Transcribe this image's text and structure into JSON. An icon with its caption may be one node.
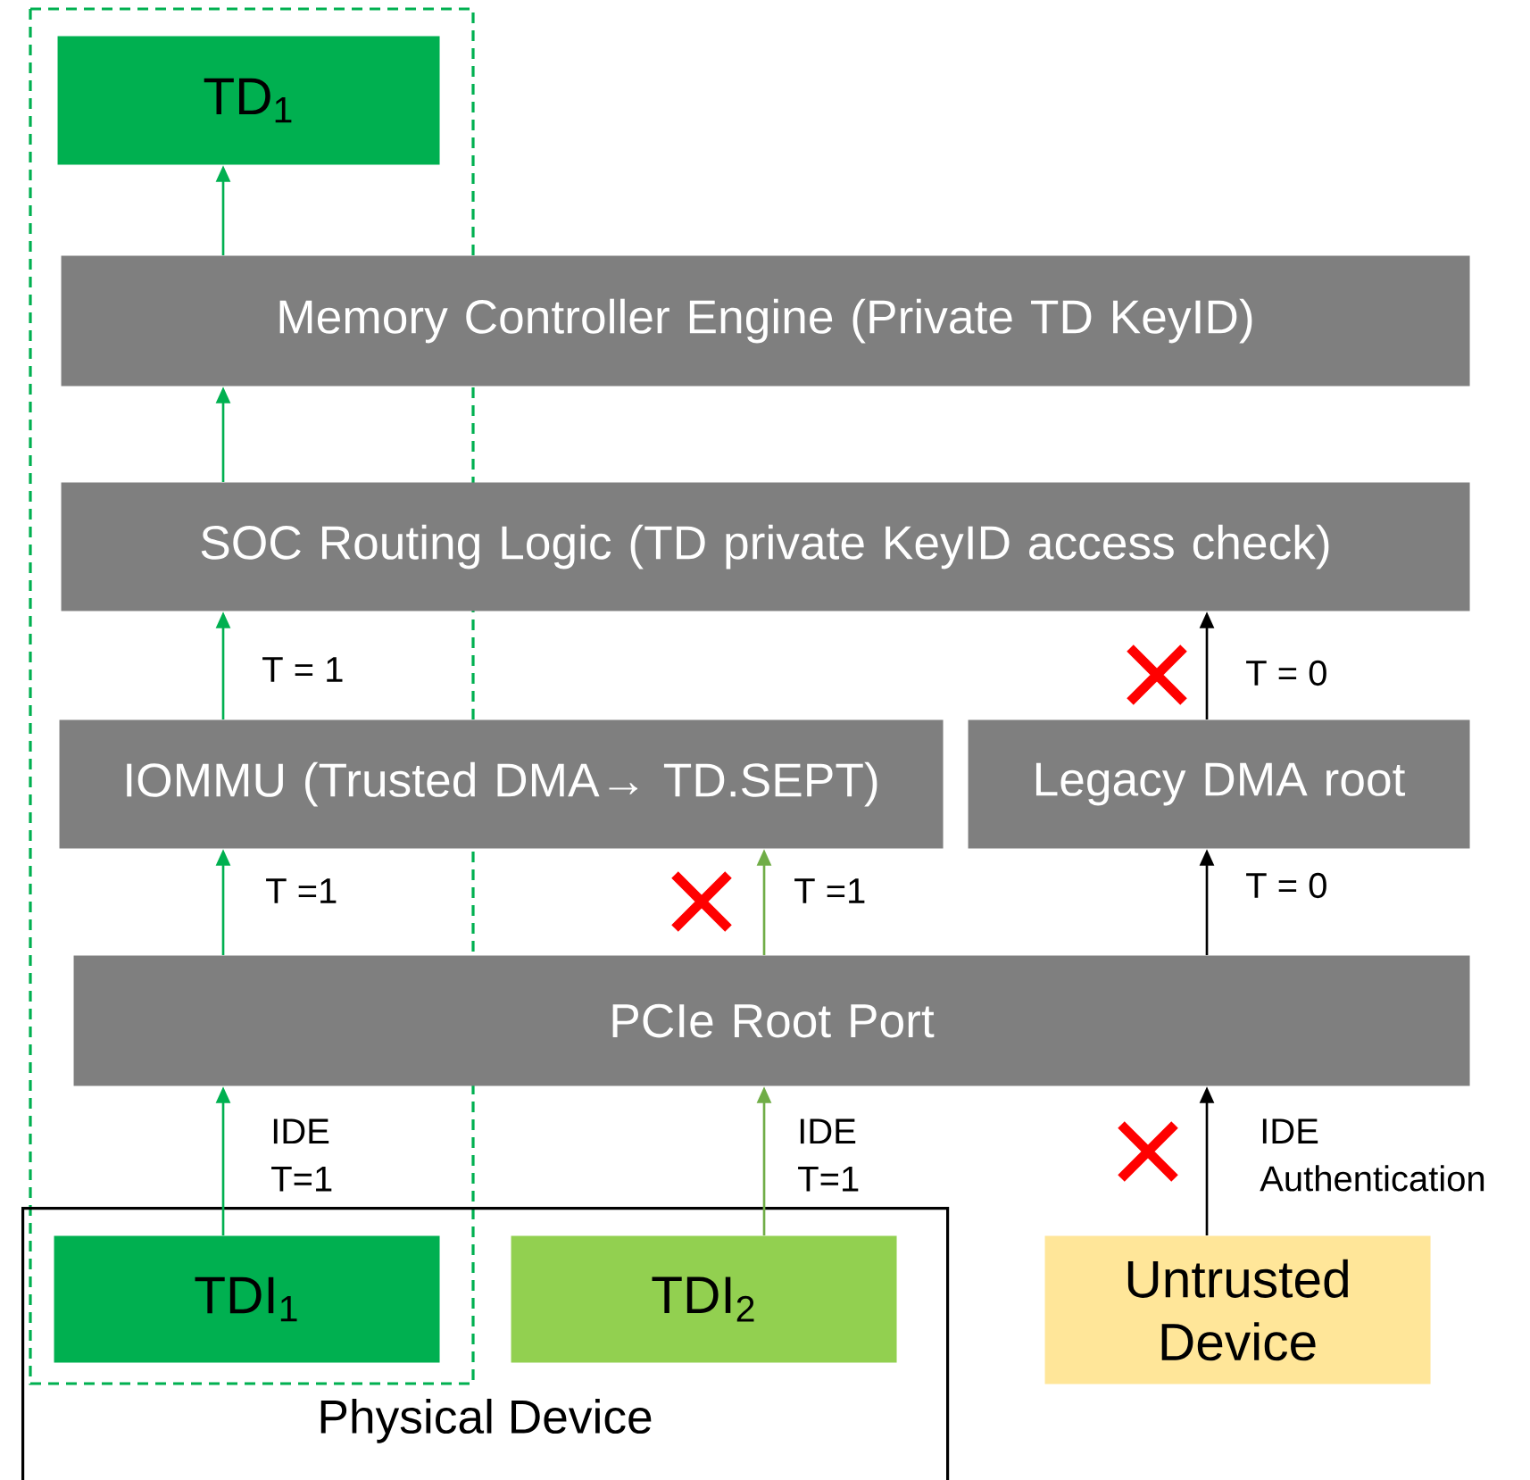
{
  "diagram": {
    "nodes": [
      {
        "text": [
          "TD$_{1}$"
        ]
      },
      {
        "text": [
          "Memory Controller Engine (Private TD KeyID)"
        ]
      },
      {
        "text": [
          "SOC Routing Logic (TD private KeyID access check)"
        ]
      },
      {
        "text": [
          "IOMMU (Trusted DMA→ TD.SEPT)"
        ]
      },
      {
        "text": [
          "Legacy DMA root"
        ]
      },
      {
        "text": [
          "PCIe Root Port"
        ]
      },
      {
        "text": [
          "Physical Device"
        ]
      },
      {
        "text": [
          "TDI$_{1}$"
        ],
        "in": 6
      },
      {
        "text": [
          "TDI$_{2}$"
        ],
        "in": 6
      },
      {
        "text": [
          "Untrusted Device"
        ]
      }
    ],
    "edges": [
      {
        "from": 7,
        "to": 5,
        "arrow": "to",
        "label": "IDE T=1"
      },
      {
        "from": 8,
        "to": 5,
        "arrow": "to",
        "label": "IDE T=1",
        "color": "#70ad47"
      },
      {
        "from": 9,
        "to": 5,
        "arrow": "to",
        "label": "IDE Authentication",
        "color": "#000000"
      },
      {
        "from": 5,
        "to": 3,
        "arrow": "to",
        "label": "T =1"
      },
      {
        "from": 5,
        "to": 3,
        "arrow": "to",
        "label": "T =1",
        "color": "#70ad47"
      },
      {
        "from": 5,
        "to": 4,
        "arrow": "to",
        "label": "T = 0",
        "color": "#000000"
      },
      {
        "from": 3,
        "to": 2,
        "arrow": "to",
        "label": "T = 1"
      },
      {
        "from": 4,
        "to": 2,
        "arrow": "to",
        "label": "T = 0",
        "color": "#000000"
      },
      {
        "from": 2,
        "to": 1,
        "arrow": "to"
      },
      {
        "from": 1,
        "to": 0,
        "arrow": "to"
      }
    ]
  }
}
